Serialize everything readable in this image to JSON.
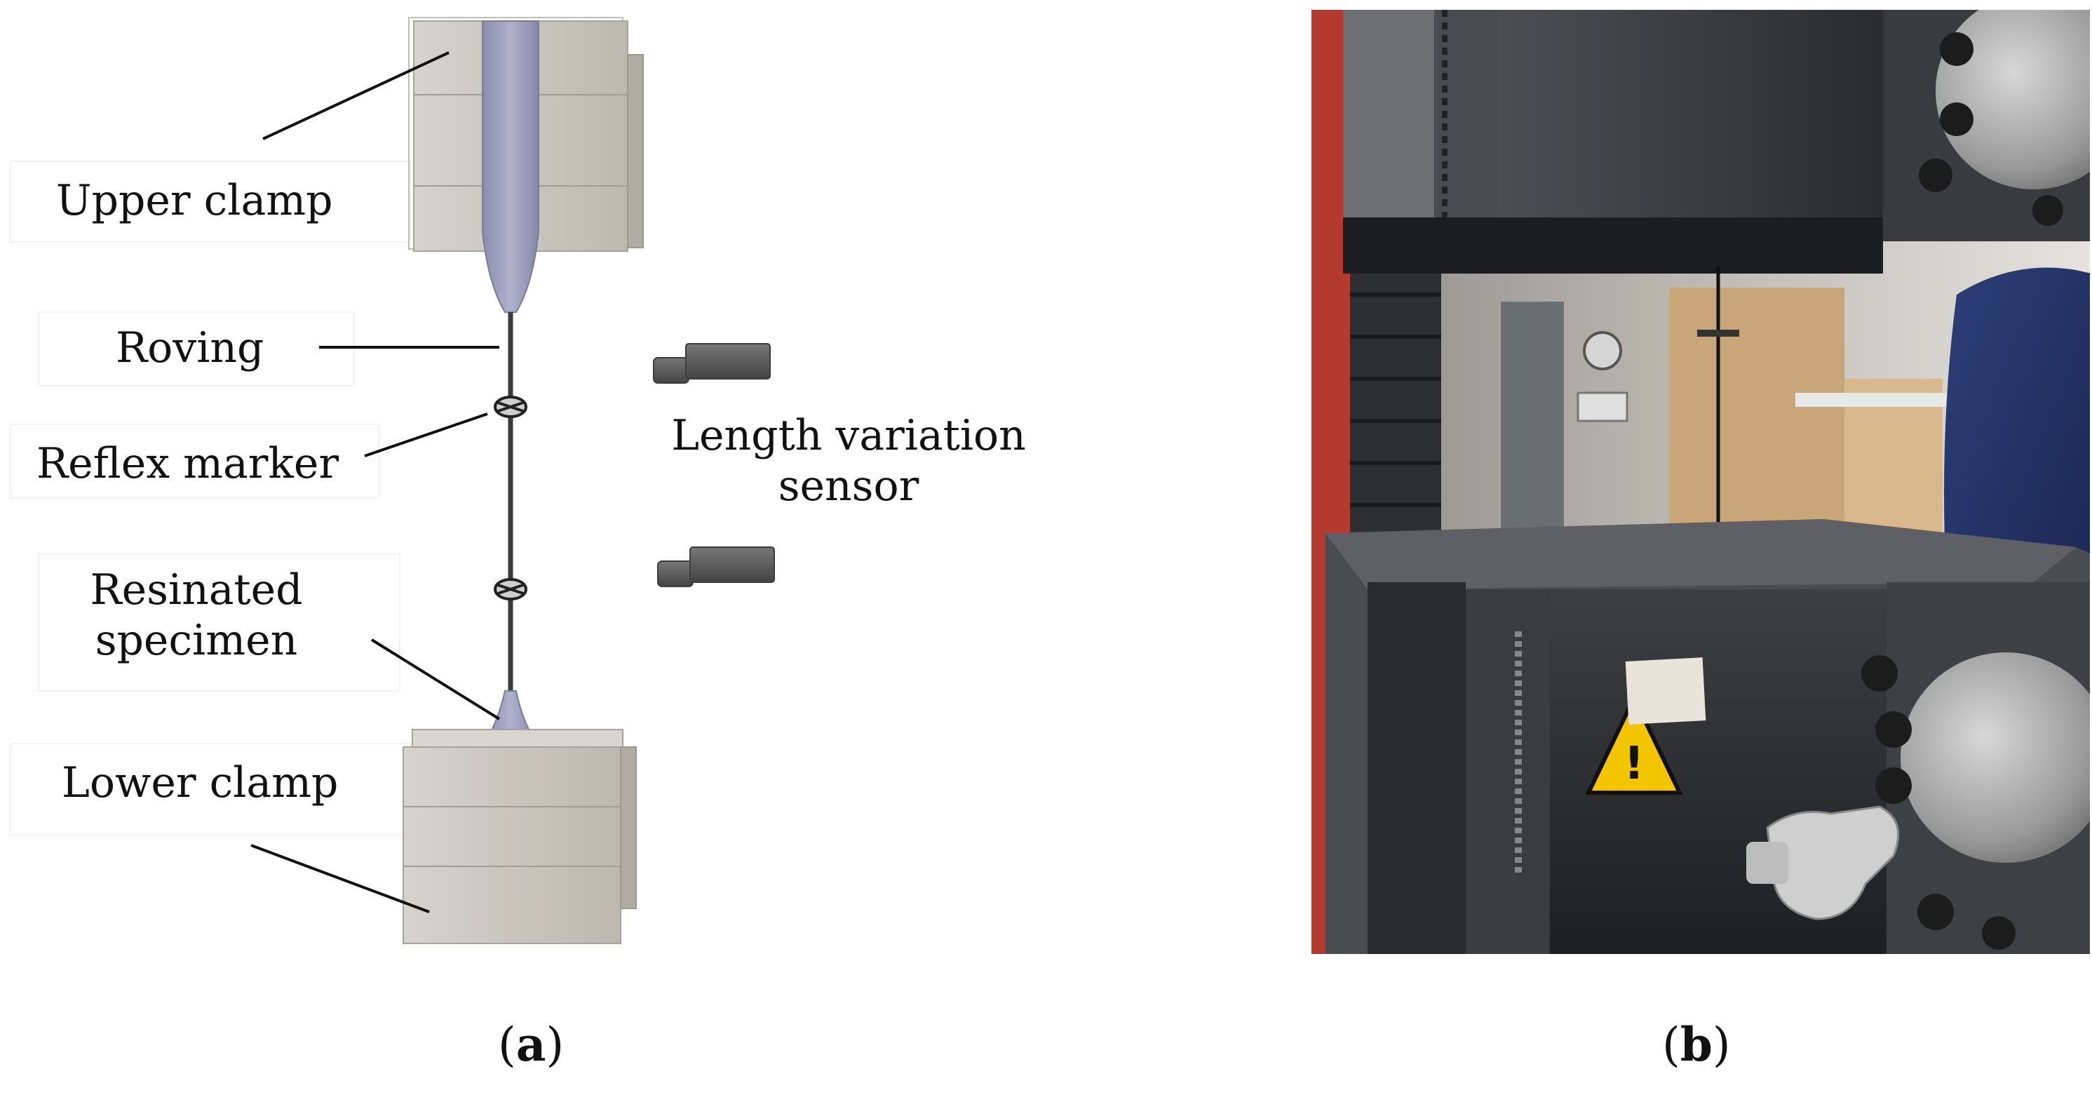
{
  "panel_a": {
    "labels": {
      "upper_clamp": "Upper clamp",
      "roving": "Roving",
      "reflex_marker": "Reflex marker",
      "length_variation_sensor_line1": "Length variation",
      "length_variation_sensor_line2": "sensor",
      "resinated_specimen_line1": "Resinated",
      "resinated_specimen_line2": "specimen",
      "lower_clamp": "Lower clamp"
    },
    "caption_letter": "a"
  },
  "panel_b": {
    "caption_letter": "b"
  },
  "colors": {
    "clamp": "#c9c6bf",
    "specimen": "#9a9ab8",
    "sensor": "#5c5c5c",
    "photo_dark": "#2a2b2e"
  }
}
